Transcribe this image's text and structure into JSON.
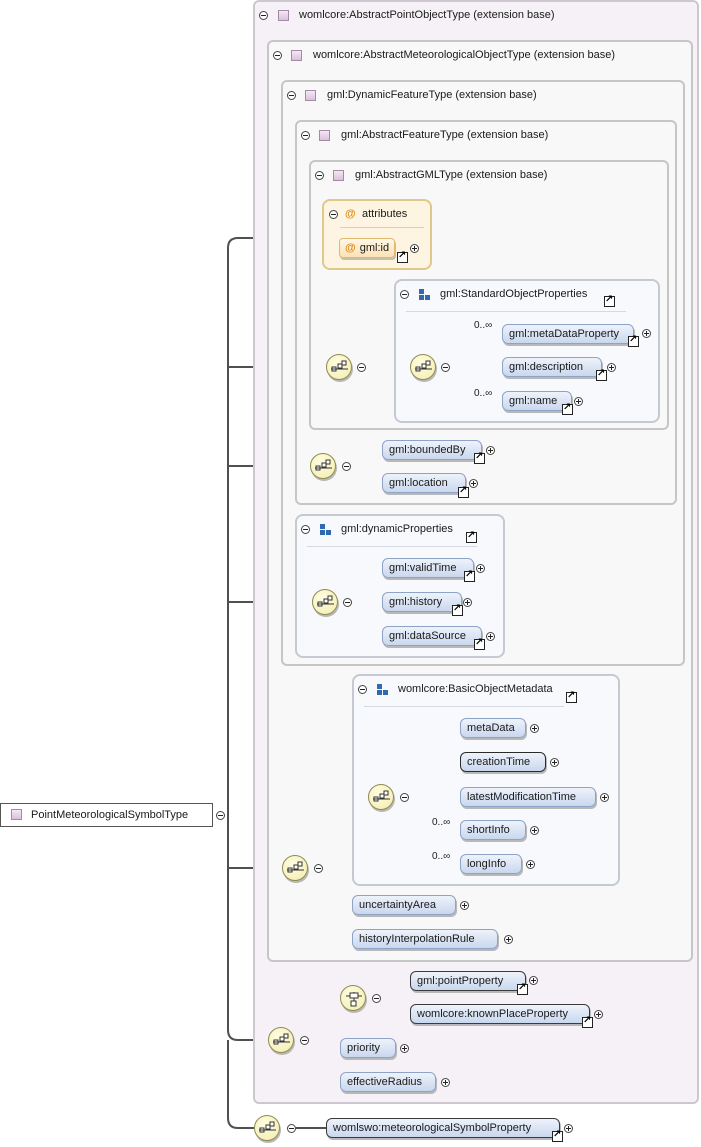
{
  "root": {
    "label": "PointMeteorologicalSymbolType"
  },
  "extensions": {
    "abstract_point_object": "womlcore:AbstractPointObjectType (extension base)",
    "abstract_meteorological_object": "womlcore:AbstractMeteorologicalObjectType (extension base)",
    "dynamic_feature": "gml:DynamicFeatureType (extension base)",
    "abstract_feature": "gml:AbstractFeatureType (extension base)",
    "abstract_gml": "gml:AbstractGMLType (extension base)"
  },
  "attributes": {
    "header": "attributes",
    "at_symbol": "@",
    "items": [
      "gml:id"
    ]
  },
  "groups": {
    "standard_object_properties": "gml:StandardObjectProperties",
    "dynamic_properties": "gml:dynamicProperties",
    "basic_object_metadata": "womlcore:BasicObjectMetadata"
  },
  "elements": {
    "metadata_property": "gml:metaDataProperty",
    "description": "gml:description",
    "name": "gml:name",
    "bounded_by": "gml:boundedBy",
    "location": "gml:location",
    "valid_time": "gml:validTime",
    "history": "gml:history",
    "data_source": "gml:dataSource",
    "meta_data": "metaData",
    "creation_time": "creationTime",
    "latest_modification_time": "latestModificationTime",
    "short_info": "shortInfo",
    "long_info": "longInfo",
    "uncertainty_area": "uncertaintyArea",
    "history_interpolation_rule": "historyInterpolationRule",
    "point_property": "gml:pointProperty",
    "known_place_property": "womlcore:knownPlaceProperty",
    "priority": "priority",
    "effective_radius": "effectiveRadius",
    "meteorological_symbol_property": "womlswo:meteorologicalSymbolProperty"
  },
  "cardinality": {
    "metadata_property": "0..∞",
    "name": "0..∞",
    "short_info": "0..∞",
    "long_info": "0..∞"
  },
  "colors": {
    "group_icon": "#2f6ab0",
    "element_fill": "#c9d7ee",
    "attribute_fill": "#fbe2b4",
    "compositor_fill": "#f2ecae"
  }
}
